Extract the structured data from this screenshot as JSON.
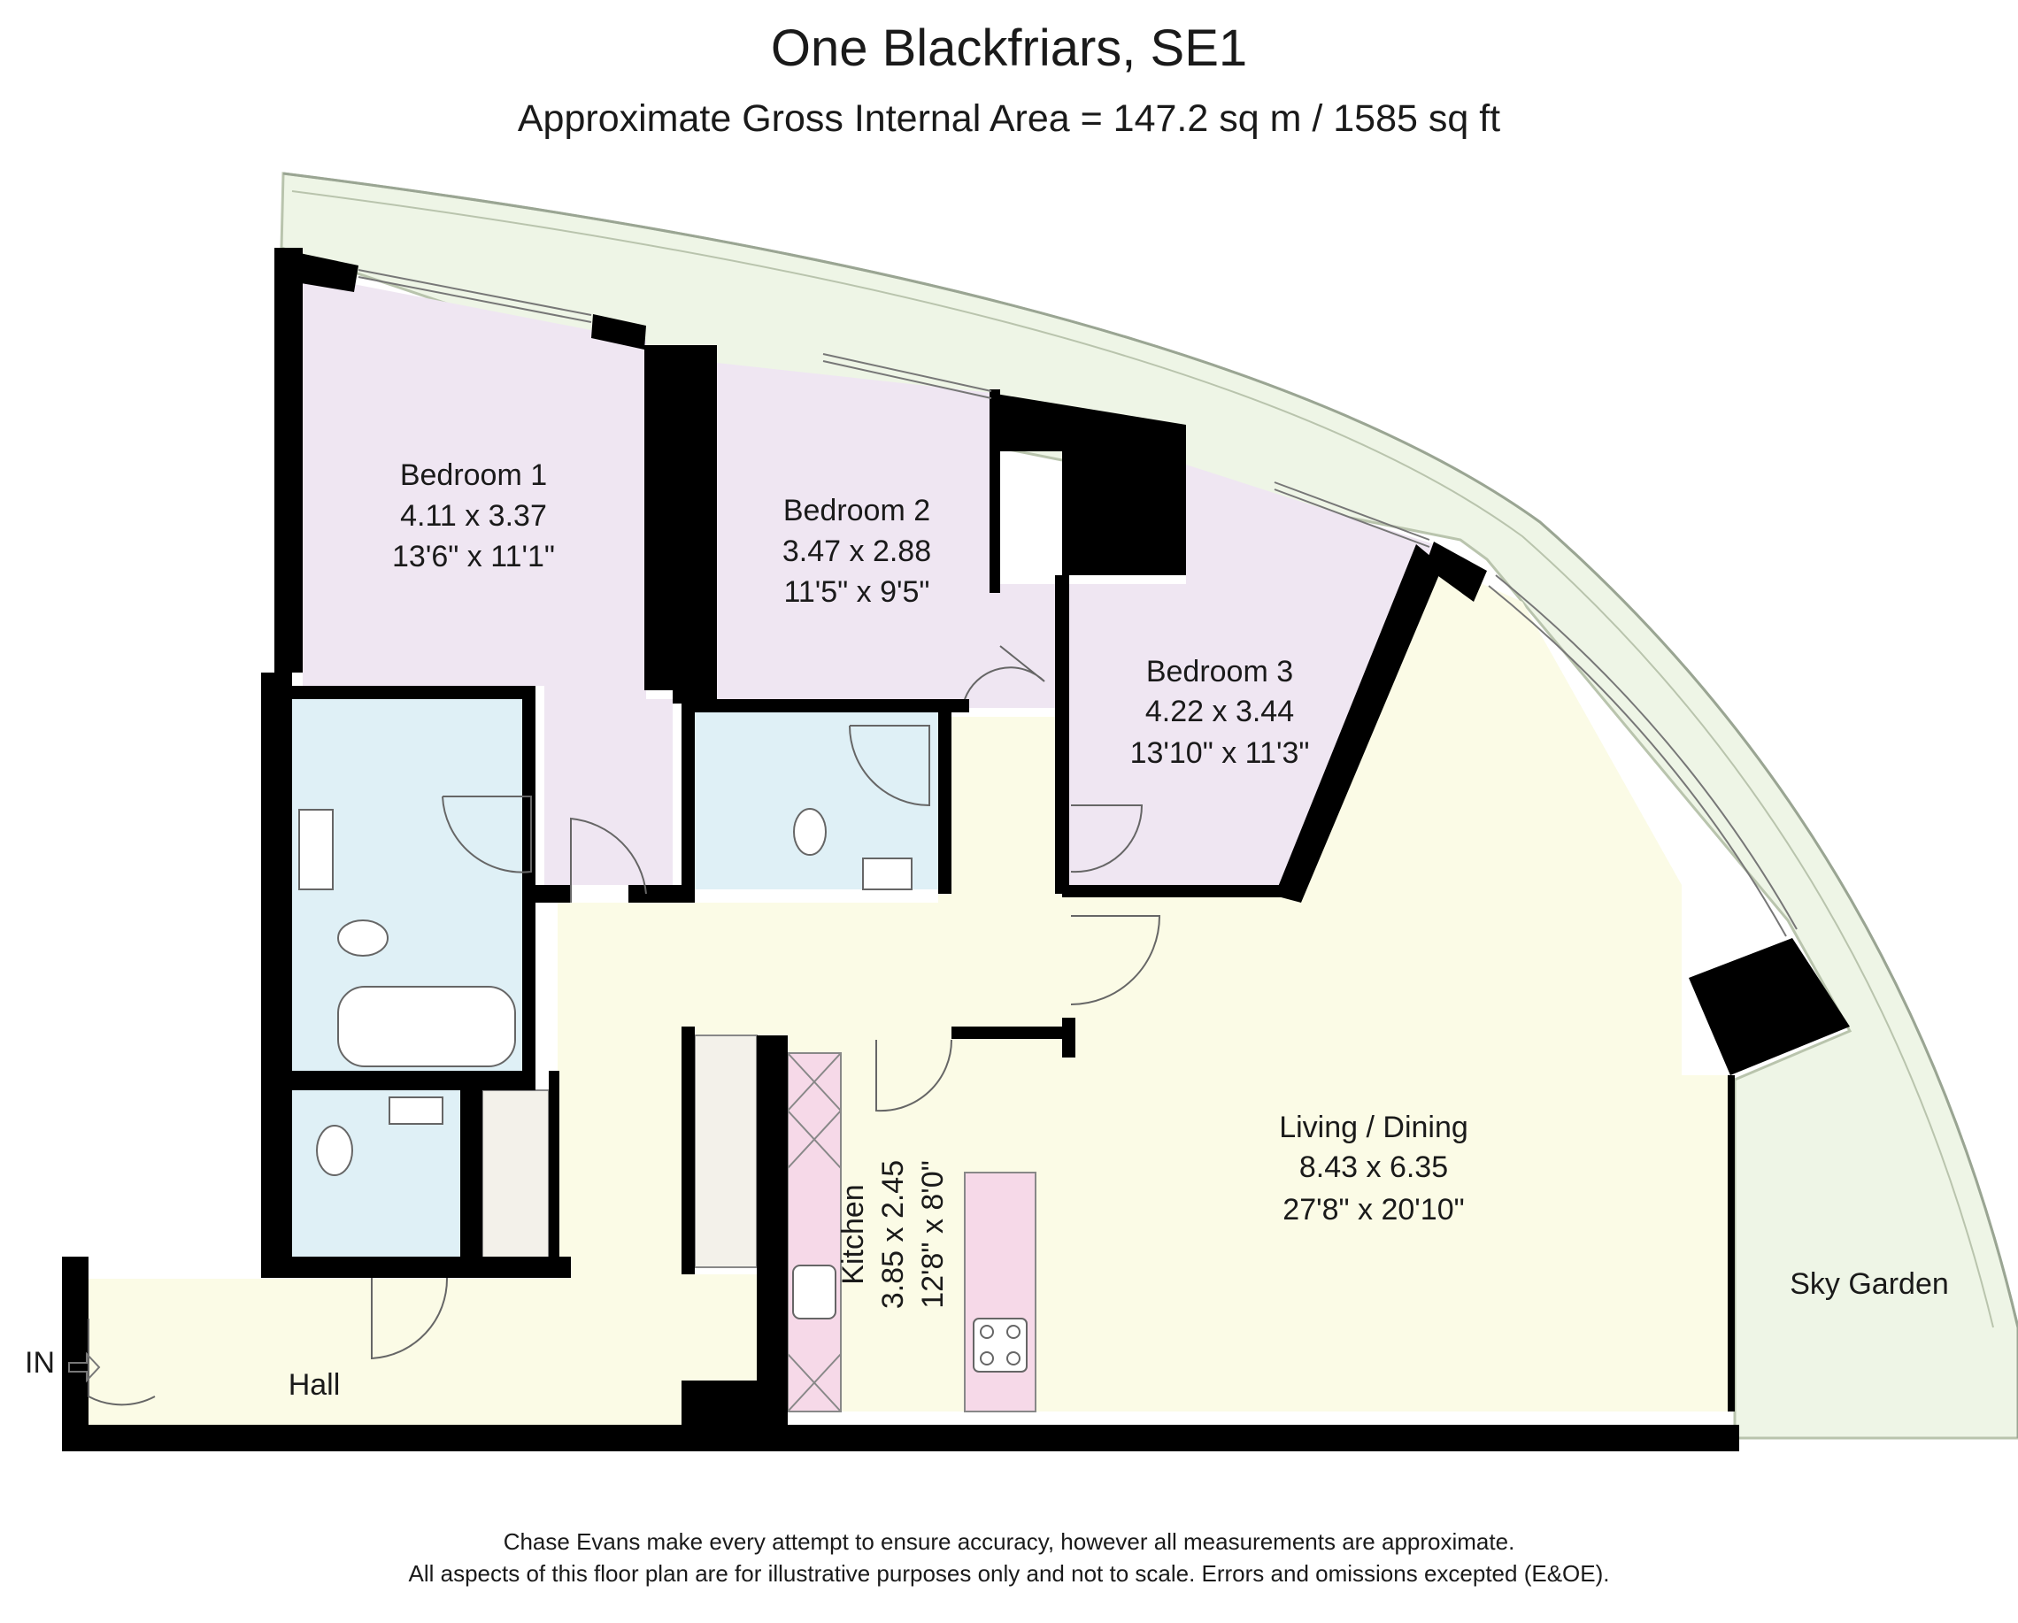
{
  "header": {
    "title": "One Blackfriars, SE1",
    "subtitle": "Approximate Gross Internal Area = 147.2 sq m / 1585 sq ft"
  },
  "rooms": {
    "bedroom1": {
      "name": "Bedroom 1",
      "metric": "4.11 x 3.37",
      "imperial": "13'6\" x 11'1\""
    },
    "bedroom2": {
      "name": "Bedroom 2",
      "metric": "3.47 x 2.88",
      "imperial": "11'5\" x 9'5\""
    },
    "bedroom3": {
      "name": "Bedroom 3",
      "metric": "4.22 x 3.44",
      "imperial": "13'10\" x 11'3\""
    },
    "living": {
      "name": "Living / Dining",
      "metric": "8.43 x 6.35",
      "imperial": "27'8\" x 20'10\""
    },
    "kitchen": {
      "name": "Kitchen",
      "metric": "3.85 x 2.45",
      "imperial": "12'8\" x 8'0\""
    },
    "hall": {
      "name": "Hall"
    },
    "sky_garden": {
      "name": "Sky Garden"
    },
    "entrance": {
      "name": "IN"
    }
  },
  "colors": {
    "bedroom": "#efe6f2",
    "bathroom": "#dff0f6",
    "hall": "#fbfbe6",
    "terrace": "#eef5e6",
    "kitchen_unit": "#f6d9e8",
    "storage": "#f3f1ea",
    "wall": "#000000"
  },
  "footer": {
    "line1": "Chase Evans make every attempt to ensure accuracy, however all measurements are approximate.",
    "line2": "All aspects of this floor plan are for illustrative purposes only and not to scale. Errors and omissions excepted (E&OE)."
  }
}
